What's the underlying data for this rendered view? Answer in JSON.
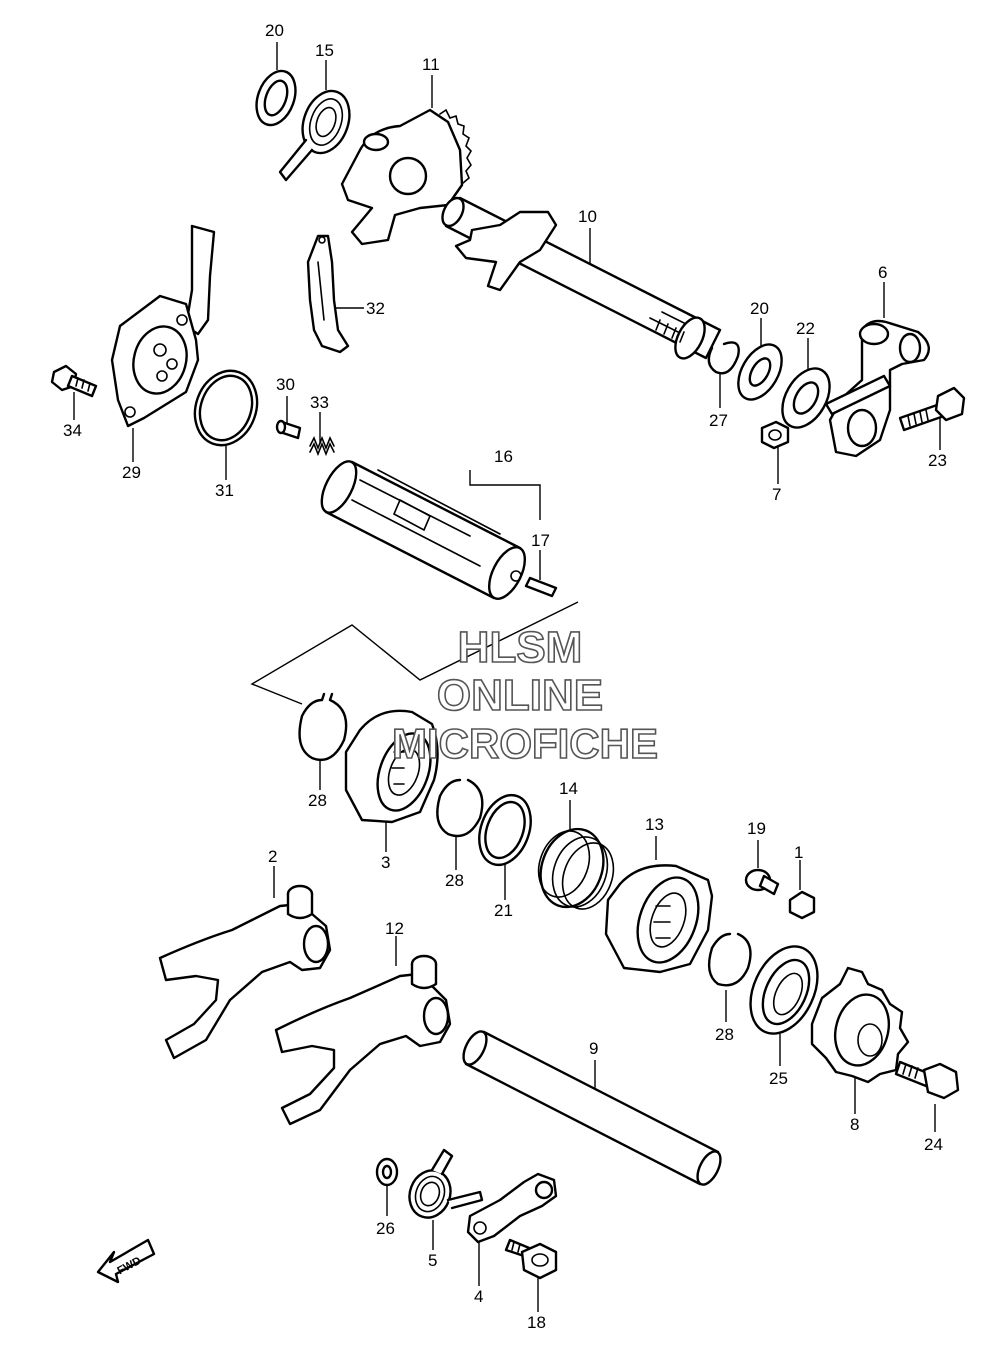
{
  "watermark": {
    "line1": "HLSM",
    "line2": "ONLINE",
    "line3": "MICROFICHE"
  },
  "fwd_label": "FWD",
  "callouts": {
    "c1": "1",
    "c2": "2",
    "c3": "3",
    "c4": "4",
    "c5": "5",
    "c6": "6",
    "c7": "7",
    "c8": "8",
    "c9": "9",
    "c10": "10",
    "c11": "11",
    "c12": "12",
    "c13": "13",
    "c14": "14",
    "c15": "15",
    "c16": "16",
    "c17": "17",
    "c18": "18",
    "c19": "19",
    "c20a": "20",
    "c20b": "20",
    "c21": "21",
    "c22": "22",
    "c23": "23",
    "c24": "24",
    "c25": "25",
    "c26": "26",
    "c27": "27",
    "c28a": "28",
    "c28b": "28",
    "c28c": "28",
    "c29": "29",
    "c30": "30",
    "c31": "31",
    "c32": "32",
    "c33": "33",
    "c34": "34"
  }
}
